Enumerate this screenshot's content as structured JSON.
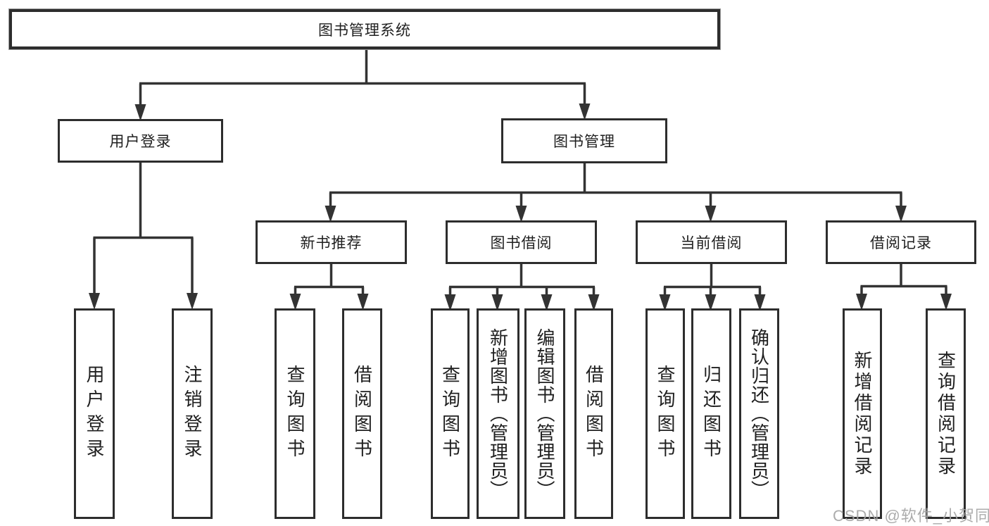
{
  "nodes": {
    "root": "图书管理系统",
    "level2": [
      "用户登录",
      "图书管理"
    ],
    "level3": [
      "新书推荐",
      "图书借阅",
      "当前借阅",
      "借阅记录"
    ],
    "leaves": {
      "user_login": [
        "用户登录",
        "注销登录"
      ],
      "new_book": [
        "查询图书",
        "借阅图书"
      ],
      "book_borrow": [
        "查询图书",
        "新增图书（管理员）",
        "编辑图书（管理员）",
        "借阅图书"
      ],
      "current_borrow": [
        "查询图书",
        "归还图书",
        "确认归还（管理员）"
      ],
      "borrow_record": [
        "新增借阅记录",
        "查询借阅记录"
      ]
    }
  },
  "watermark": "CSDN @软件_小贺同学",
  "colors": {
    "line": "#333333",
    "box_border": "#2d2d2d",
    "text": "#1f1f1f",
    "watermark": "#a5a5a5",
    "background": "#ffffff"
  }
}
